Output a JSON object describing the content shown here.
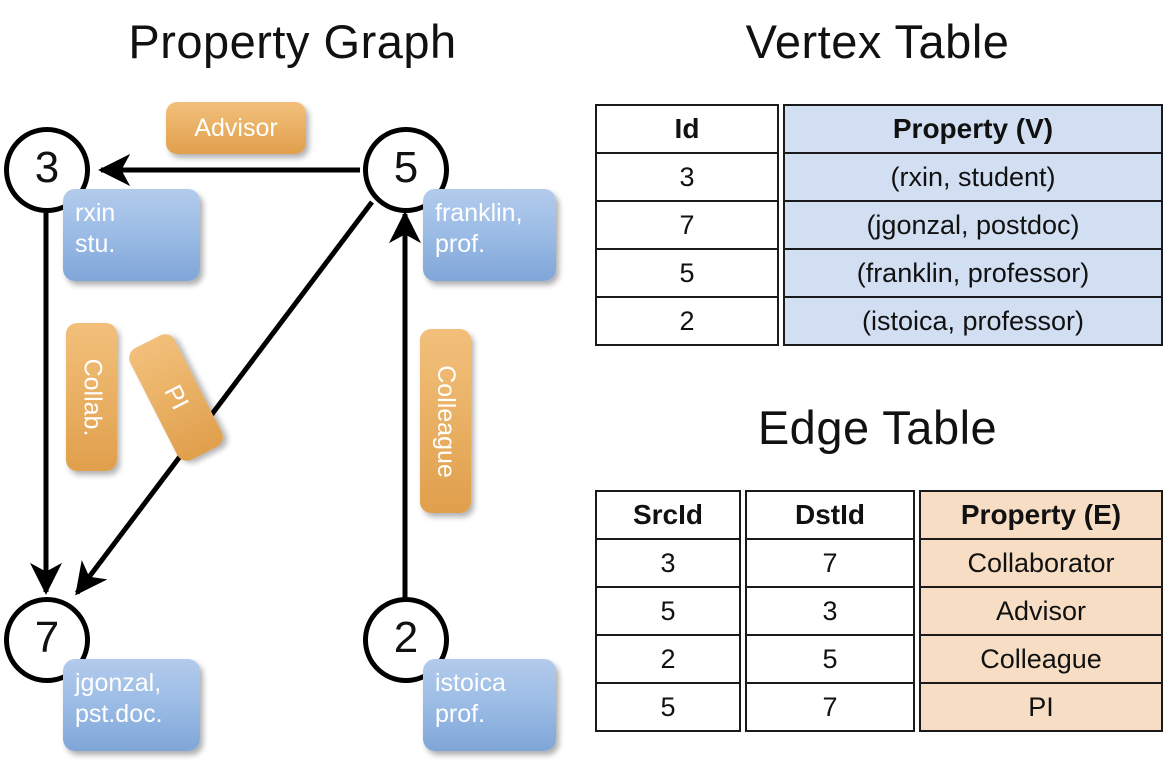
{
  "titles": {
    "property_graph": "Property Graph",
    "vertex_table": "Vertex Table",
    "edge_table": "Edge Table"
  },
  "colors": {
    "vertex_property_fill": "#d2def2",
    "edge_property_fill": "#f6ddc3",
    "node_property_box": "#9dbde6",
    "edge_label_box": "#eab266",
    "stroke": "#000000",
    "background": "#ffffff"
  },
  "graph": {
    "nodes": [
      {
        "id": "3",
        "label": "3",
        "property_lines": [
          "rxin",
          "stu."
        ]
      },
      {
        "id": "5",
        "label": "5",
        "property_lines": [
          "franklin,",
          "prof."
        ]
      },
      {
        "id": "7",
        "label": "7",
        "property_lines": [
          "jgonzal,",
          "pst.doc."
        ]
      },
      {
        "id": "2",
        "label": "2",
        "property_lines": [
          "istoica",
          "prof."
        ]
      }
    ],
    "edges": [
      {
        "src": "5",
        "dst": "3",
        "label": "Advisor",
        "orientation": "horizontal"
      },
      {
        "src": "3",
        "dst": "7",
        "label": "Collab.",
        "orientation": "vertical"
      },
      {
        "src": "5",
        "dst": "7",
        "label": "PI",
        "orientation": "diagonal"
      },
      {
        "src": "2",
        "dst": "5",
        "label": "Colleague",
        "orientation": "vertical"
      }
    ]
  },
  "vertex_table": {
    "headers": [
      "Id",
      "Property (V)"
    ],
    "rows": [
      {
        "id": "3",
        "property": "(rxin, student)"
      },
      {
        "id": "7",
        "property": "(jgonzal, postdoc)"
      },
      {
        "id": "5",
        "property": "(franklin, professor)"
      },
      {
        "id": "2",
        "property": "(istoica, professor)"
      }
    ]
  },
  "edge_table": {
    "headers": [
      "SrcId",
      "DstId",
      "Property (E)"
    ],
    "rows": [
      {
        "src": "3",
        "dst": "7",
        "property": "Collaborator"
      },
      {
        "src": "5",
        "dst": "3",
        "property": "Advisor"
      },
      {
        "src": "2",
        "dst": "5",
        "property": "Colleague"
      },
      {
        "src": "5",
        "dst": "7",
        "property": "PI"
      }
    ]
  }
}
